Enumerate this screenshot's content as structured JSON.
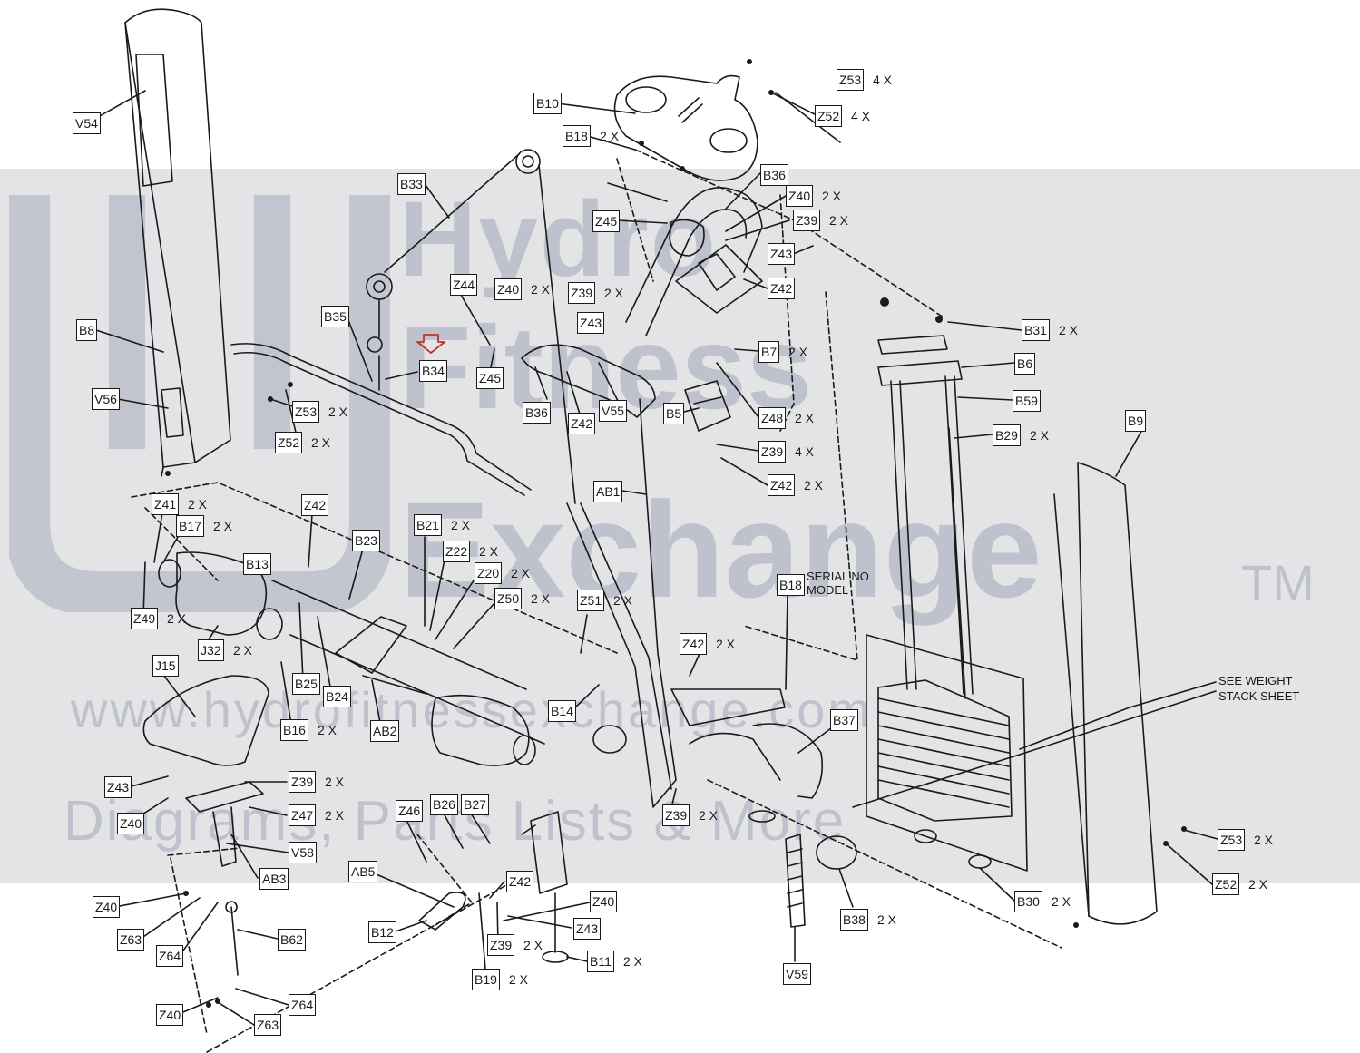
{
  "watermark": {
    "line1": "Hydro",
    "line2": "Fitness",
    "line3": "Exchange",
    "tm": "TM",
    "url": "www.hydrofitnessexchange.com",
    "tagline": "Diagrams, Parts Lists & More"
  },
  "notes": {
    "serial": "SERIAL NO",
    "model": "MODEL",
    "weight_line1": "SEE WEIGHT",
    "weight_line2": "STACK SHEET"
  },
  "callouts": [
    {
      "id": "V54",
      "qty": ""
    },
    {
      "id": "B8",
      "qty": ""
    },
    {
      "id": "V56",
      "qty": ""
    },
    {
      "id": "Z53",
      "qty": "2 X"
    },
    {
      "id": "Z52",
      "qty": "2 X"
    },
    {
      "id": "B10",
      "qty": ""
    },
    {
      "id": "B18",
      "qty": "2 X"
    },
    {
      "id": "Z53",
      "qty": "4 X"
    },
    {
      "id": "Z52",
      "qty": "4 X"
    },
    {
      "id": "B33",
      "qty": ""
    },
    {
      "id": "Z44",
      "qty": ""
    },
    {
      "id": "Z45",
      "qty": ""
    },
    {
      "id": "B36",
      "qty": ""
    },
    {
      "id": "Z40",
      "qty": "2 X"
    },
    {
      "id": "Z39",
      "qty": "2 X"
    },
    {
      "id": "Z43",
      "qty": ""
    },
    {
      "id": "Z42",
      "qty": ""
    },
    {
      "id": "B35",
      "qty": ""
    },
    {
      "id": "Z44",
      "qty": ""
    },
    {
      "id": "Z40",
      "qty": "2 X"
    },
    {
      "id": "Z39",
      "qty": "2 X"
    },
    {
      "id": "Z43",
      "qty": ""
    },
    {
      "id": "B34",
      "qty": ""
    },
    {
      "id": "Z45",
      "qty": ""
    },
    {
      "id": "B36",
      "qty": ""
    },
    {
      "id": "Z42",
      "qty": ""
    },
    {
      "id": "V55",
      "qty": ""
    },
    {
      "id": "B31",
      "qty": "2 X"
    },
    {
      "id": "B6",
      "qty": ""
    },
    {
      "id": "B59",
      "qty": ""
    },
    {
      "id": "B7",
      "qty": "2 X"
    },
    {
      "id": "B5",
      "qty": ""
    },
    {
      "id": "Z48",
      "qty": "2 X"
    },
    {
      "id": "Z39",
      "qty": "4 X"
    },
    {
      "id": "Z42",
      "qty": "2 X"
    },
    {
      "id": "B29",
      "qty": "2 X"
    },
    {
      "id": "B9",
      "qty": ""
    },
    {
      "id": "AB1",
      "qty": ""
    },
    {
      "id": "Z41",
      "qty": "2 X"
    },
    {
      "id": "B17",
      "qty": "2 X"
    },
    {
      "id": "Z42",
      "qty": ""
    },
    {
      "id": "B21",
      "qty": "2 X"
    },
    {
      "id": "B23",
      "qty": ""
    },
    {
      "id": "Z22",
      "qty": "2 X"
    },
    {
      "id": "B13",
      "qty": ""
    },
    {
      "id": "Z20",
      "qty": "2 X"
    },
    {
      "id": "Z50",
      "qty": "2 X"
    },
    {
      "id": "Z51",
      "qty": "2 X"
    },
    {
      "id": "B18",
      "qty": ""
    },
    {
      "id": "Z49",
      "qty": "2 X"
    },
    {
      "id": "J32",
      "qty": "2 X"
    },
    {
      "id": "J15",
      "qty": ""
    },
    {
      "id": "B25",
      "qty": ""
    },
    {
      "id": "B24",
      "qty": ""
    },
    {
      "id": "B16",
      "qty": "2 X"
    },
    {
      "id": "AB2",
      "qty": ""
    },
    {
      "id": "B14",
      "qty": ""
    },
    {
      "id": "Z42",
      "qty": "2 X"
    },
    {
      "id": "B37",
      "qty": ""
    },
    {
      "id": "Z43",
      "qty": ""
    },
    {
      "id": "Z40",
      "qty": ""
    },
    {
      "id": "Z39",
      "qty": "2 X"
    },
    {
      "id": "Z47",
      "qty": "2 X"
    },
    {
      "id": "V58",
      "qty": ""
    },
    {
      "id": "AB3",
      "qty": ""
    },
    {
      "id": "Z46",
      "qty": ""
    },
    {
      "id": "B26",
      "qty": ""
    },
    {
      "id": "B27",
      "qty": ""
    },
    {
      "id": "Z39",
      "qty": "2 X"
    },
    {
      "id": "AB5",
      "qty": ""
    },
    {
      "id": "Z42",
      "qty": ""
    },
    {
      "id": "Z40",
      "qty": ""
    },
    {
      "id": "Z43",
      "qty": ""
    },
    {
      "id": "Z40",
      "qty": ""
    },
    {
      "id": "Z63",
      "qty": ""
    },
    {
      "id": "Z64",
      "qty": ""
    },
    {
      "id": "B62",
      "qty": ""
    },
    {
      "id": "B12",
      "qty": ""
    },
    {
      "id": "Z39",
      "qty": "2 X"
    },
    {
      "id": "B11",
      "qty": "2 X"
    },
    {
      "id": "B19",
      "qty": "2 X"
    },
    {
      "id": "Z40",
      "qty": ""
    },
    {
      "id": "Z64",
      "qty": ""
    },
    {
      "id": "Z63",
      "qty": ""
    },
    {
      "id": "B38",
      "qty": "2 X"
    },
    {
      "id": "V59",
      "qty": ""
    },
    {
      "id": "B30",
      "qty": "2 X"
    },
    {
      "id": "Z53",
      "qty": "2 X"
    },
    {
      "id": "Z52",
      "qty": "2 X"
    }
  ]
}
